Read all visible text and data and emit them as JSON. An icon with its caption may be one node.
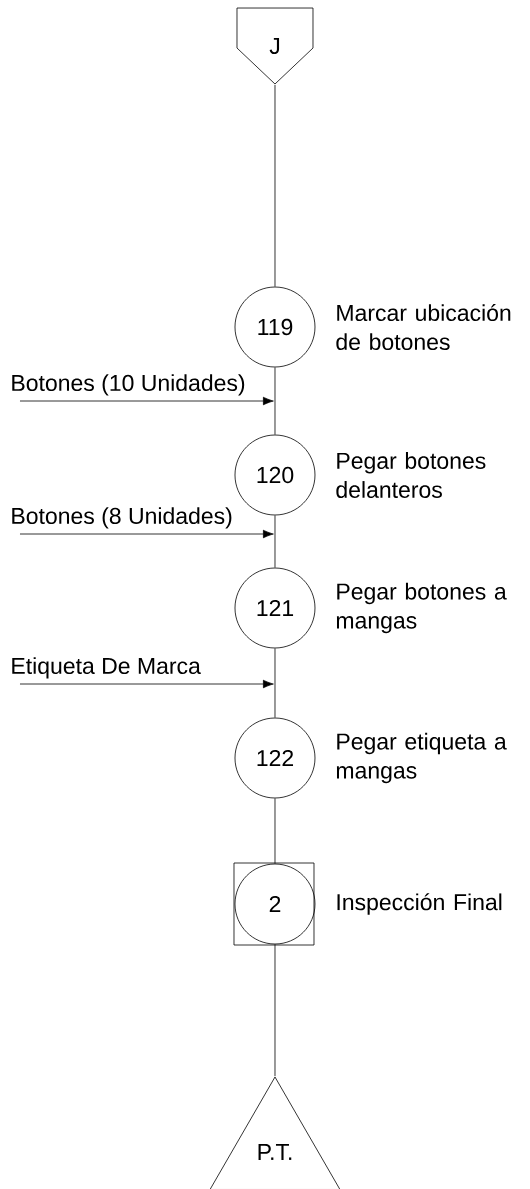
{
  "diagram": {
    "nodes": [
      {
        "text": [
          "J"
        ]
      },
      {
        "text": [
          "119"
        ],
        "beside": [
          "Marcar ubicación de botones"
        ]
      },
      {
        "text": [
          "120"
        ],
        "beside": [
          "Pegar botones delanteros"
        ]
      },
      {
        "text": [
          "121"
        ],
        "beside": [
          "Pegar botones a mangas"
        ]
      },
      {
        "text": [
          "122"
        ],
        "beside": [
          "Pegar etiqueta a mangas"
        ]
      },
      {
        "text": [
          "2"
        ],
        "beside": [
          "Inspección Final"
        ]
      },
      {
        "text": [
          "P.T."
        ]
      }
    ],
    "edges": [
      {
        "from": 0,
        "to": 1,
        "arrow": "none"
      },
      {
        "from": 1,
        "to": 2,
        "arrow": "none"
      },
      {
        "from": 2,
        "to": 3,
        "arrow": "none"
      },
      {
        "from": 3,
        "to": 4,
        "arrow": "none"
      },
      {
        "from": 4,
        "to": 5,
        "arrow": "none"
      },
      {
        "from": 5,
        "to": 6,
        "arrow": "none"
      },
      {
        "from": null,
        "to": 2,
        "arrow": "to",
        "label": "Botones (10 Unidades)"
      },
      {
        "from": null,
        "to": 3,
        "arrow": "to",
        "label": "Botones (8 Unidades)"
      },
      {
        "from": null,
        "to": 4,
        "arrow": "to",
        "label": "Etiqueta De Marca"
      }
    ]
  }
}
